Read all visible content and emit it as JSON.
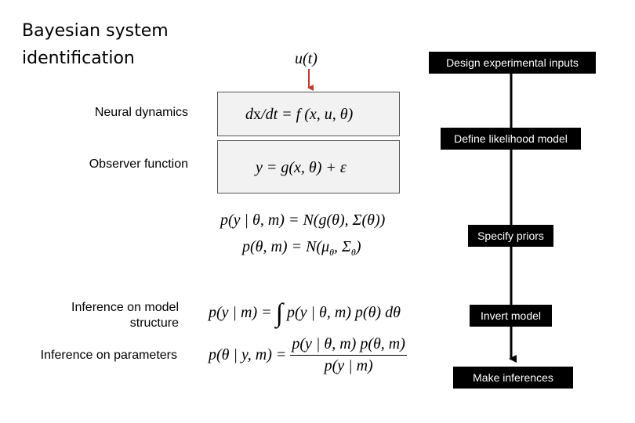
{
  "title_line1": "Bayesian system",
  "title_line2": "identification",
  "input_label": "u(t)",
  "labels": {
    "neural_dynamics": "Neural dynamics",
    "observer_function": "Observer function",
    "inference_model_line1": "Inference on model",
    "inference_model_line2": "structure",
    "inference_parameters": "Inference on parameters"
  },
  "equations": {
    "dynamics": "dx/dt = f (x, u, θ)",
    "observer": "y = g(x, θ) + ε",
    "likelihood": "p(y | θ, m) = N(g(θ), Σ(θ))",
    "prior": "p(θ, m) = N(μθ, Σθ)",
    "evidence": "p(y | m) = ∫ p(y | θ, m) p(θ) dθ",
    "posterior": "p(θ | y, m) = p(y | θ, m) p(θ, m) / p(y | m)"
  },
  "steps": [
    "Design experimental inputs",
    "Define likelihood model",
    "Specify priors",
    "Invert model",
    "Make inferences"
  ],
  "colors": {
    "step_bg": "#000000",
    "step_text": "#ffffff",
    "box_bg": "#f2f2f2",
    "input_arrow": "#c0392b"
  }
}
